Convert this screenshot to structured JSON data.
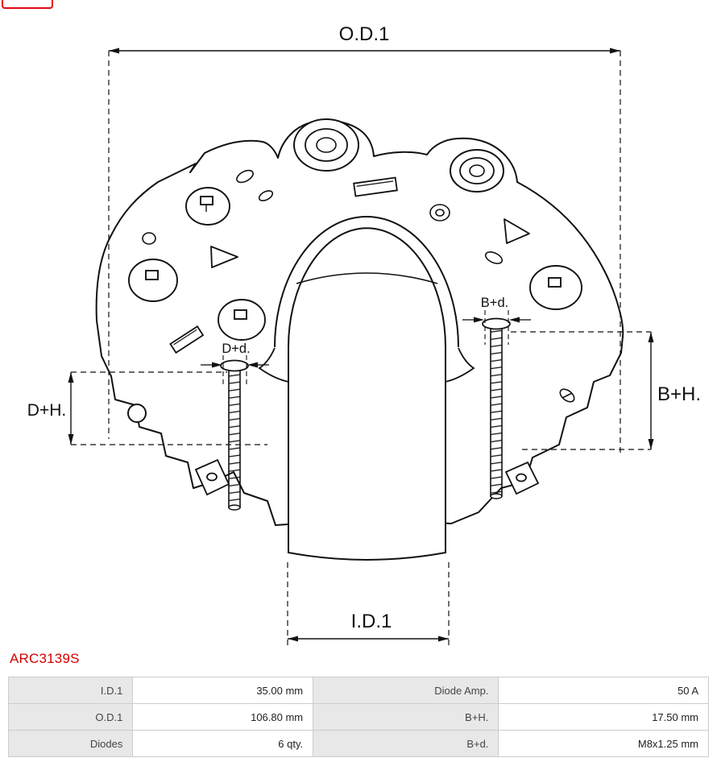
{
  "brand": {
    "logo_color": "#e30613"
  },
  "part_number": "ARC3139S",
  "accent_color": "#d40000",
  "drawing": {
    "labels": {
      "od1": "O.D.1",
      "id1": "I.D.1",
      "dh": "D+H.",
      "bh": "B+H.",
      "bd": "B+d.",
      "dd": "D+d."
    }
  },
  "specs": {
    "rows": [
      {
        "label_left": "I.D.1",
        "value_left": "35.00 mm",
        "label_right": "Diode Amp.",
        "value_right": "50 A"
      },
      {
        "label_left": "O.D.1",
        "value_left": "106.80 mm",
        "label_right": "B+H.",
        "value_right": "17.50 mm"
      },
      {
        "label_left": "Diodes",
        "value_left": "6 qty.",
        "label_right": "B+d.",
        "value_right": "M8x1.25 mm"
      }
    ]
  }
}
